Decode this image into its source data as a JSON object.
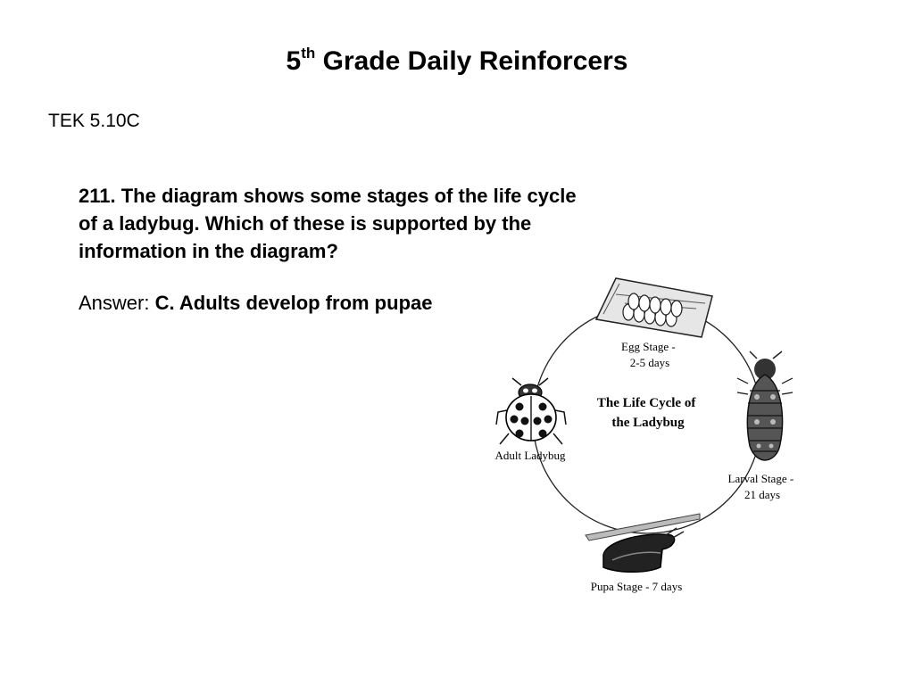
{
  "slide": {
    "title_main": "5",
    "title_sup": "th",
    "title_rest": " Grade Daily Reinforcers",
    "tek": "TEK 5.10C",
    "question_lines": [
      "211. The diagram shows some stages of the life cycle",
      "of a ladybug. Which of these is supported by the",
      "information in the diagram?"
    ],
    "answer_label": "Answer: ",
    "answer_value": "C. Adults develop from pupae"
  },
  "diagram": {
    "center_title": [
      "The Life Cycle of",
      "the Ladybug"
    ],
    "egg_label": [
      "Egg Stage -",
      "2-5 days"
    ],
    "larva_label": [
      "Larval Stage -",
      "21 days"
    ],
    "pupa_label": "Pupa Stage - 7 days",
    "adult_label": "Adult Ladybug"
  }
}
